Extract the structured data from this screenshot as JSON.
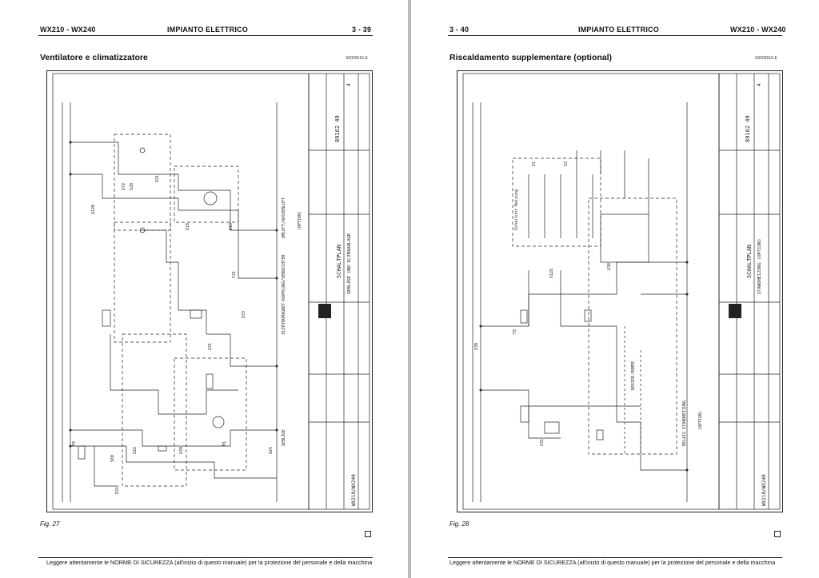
{
  "left_page": {
    "header_left": "WX210 - WX240",
    "header_center": "IMPIANTO ELETTRICO",
    "header_right": "3 - 39",
    "title": "Ventilatore e climatizzatore",
    "code": "S0000515-E",
    "figure": "Fig. 27",
    "footer": "Leggere attentamente le NORME DI SICUREZZA (all'inizio di questo manuale) per la protezione del personale e della macchina",
    "diagram_title": "SCHALTPLAN",
    "diagram_subtitle": "GEBLÄSE UND KLIMAANLAGE",
    "part_no": "89162 49",
    "sheet": "4",
    "model": "WX210/WX240",
    "labels": [
      "X120",
      "X72",
      "S28",
      "X21",
      "X18",
      "X19",
      "F8",
      "E21",
      "S60",
      "X22",
      "X31",
      "M1",
      "Y21",
      "X33",
      "X39",
      "X24",
      "ELEKTROMAGNET-KUPPLUNG/VERDICHTER",
      "UMLUFT/AUSSENLUFT",
      "GEBLÄSE",
      "(OPTION)"
    ]
  },
  "right_page": {
    "header_left": "3 - 40",
    "header_center": "IMPIANTO ELETTRICO",
    "header_right": "WX210 - WX240",
    "title": "Riscaldamento supplementare (optional)",
    "code": "S0000516-E",
    "figure": "Fig. 28",
    "footer": "Leggere attentamente le NORME DI SICUREZZA (all'inizio di questo manuale) per la protezione del personale e della macchina",
    "diagram_title": "SCHALTPLAN",
    "diagram_subtitle": "STANDHEIZUNG (OPTION)",
    "part_no": "89162 49",
    "sheet": "4",
    "model": "WX210/WX240",
    "labels": [
      "Schaltuhr Heizung",
      "X128",
      "X31",
      "X38",
      "X30",
      "F8",
      "DOSIER-PUMPE",
      "RELAIS STANDHEIZUNG",
      "(OPTION)",
      "S1",
      "S2"
    ]
  }
}
